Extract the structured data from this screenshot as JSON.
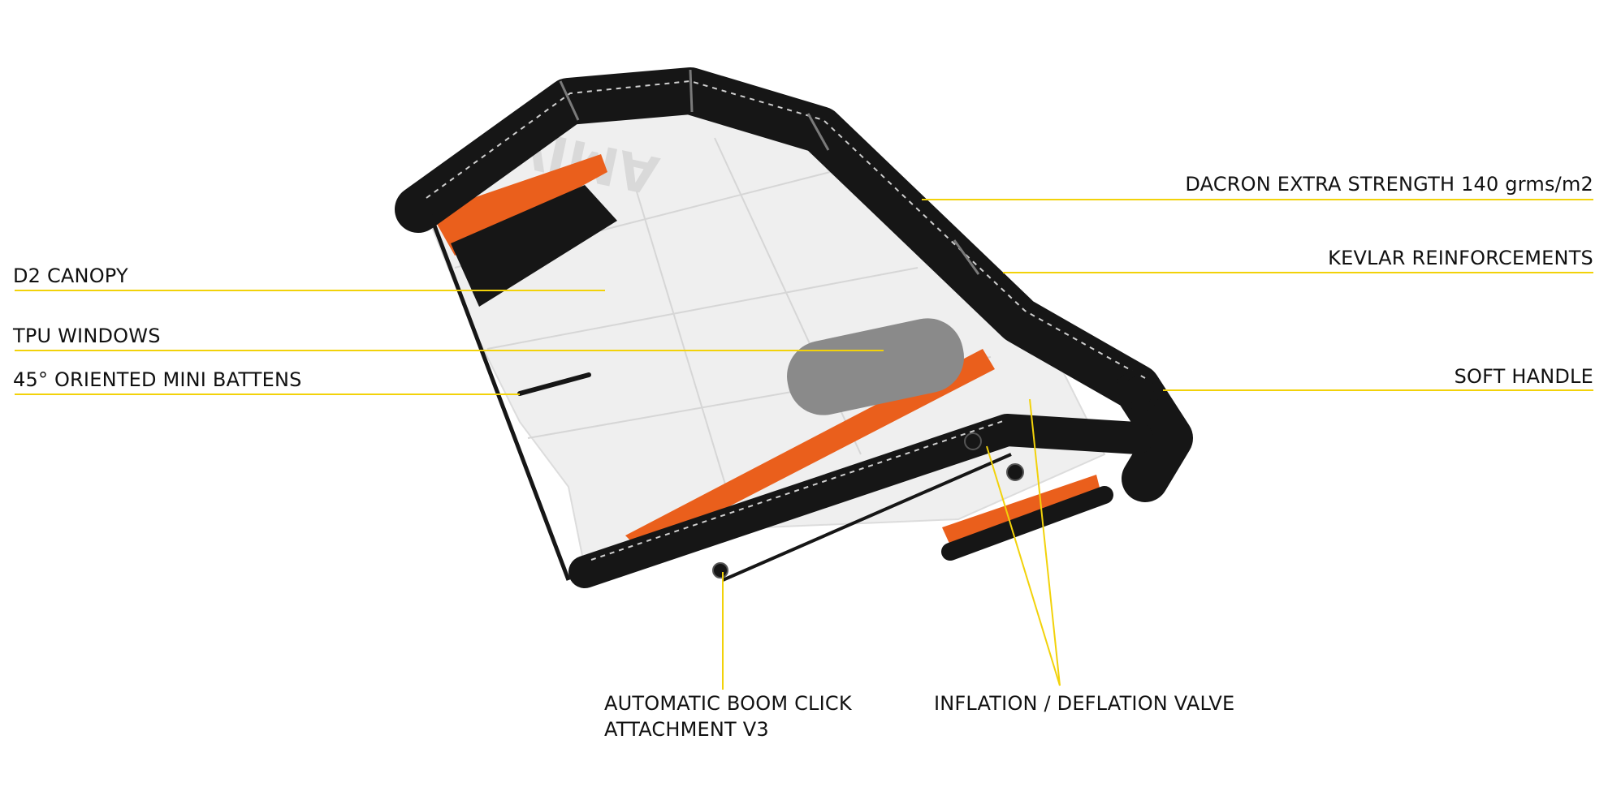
{
  "colors": {
    "leader_line": "#f2d20a",
    "canopy": "#efefef",
    "frame": "#161616",
    "accent_orange": "#ea5f1c",
    "window": "#8a8a8a",
    "stitch": "#cfcfcf"
  },
  "callouts": {
    "d2_canopy": "D2 CANOPY",
    "tpu_windows": "TPU WINDOWS",
    "mini_battens": "45° ORIENTED MINI BATTENS",
    "dacron": "DACRON EXTRA STRENGTH 140 grms/m2",
    "kevlar": "KEVLAR REINFORCEMENTS",
    "soft_handle": "SOFT HANDLE",
    "boom_line1": "AUTOMATIC BOOM CLICK",
    "boom_line2": "ATTACHMENT V3",
    "valve": "INFLATION / DEFLATION VALVE"
  }
}
